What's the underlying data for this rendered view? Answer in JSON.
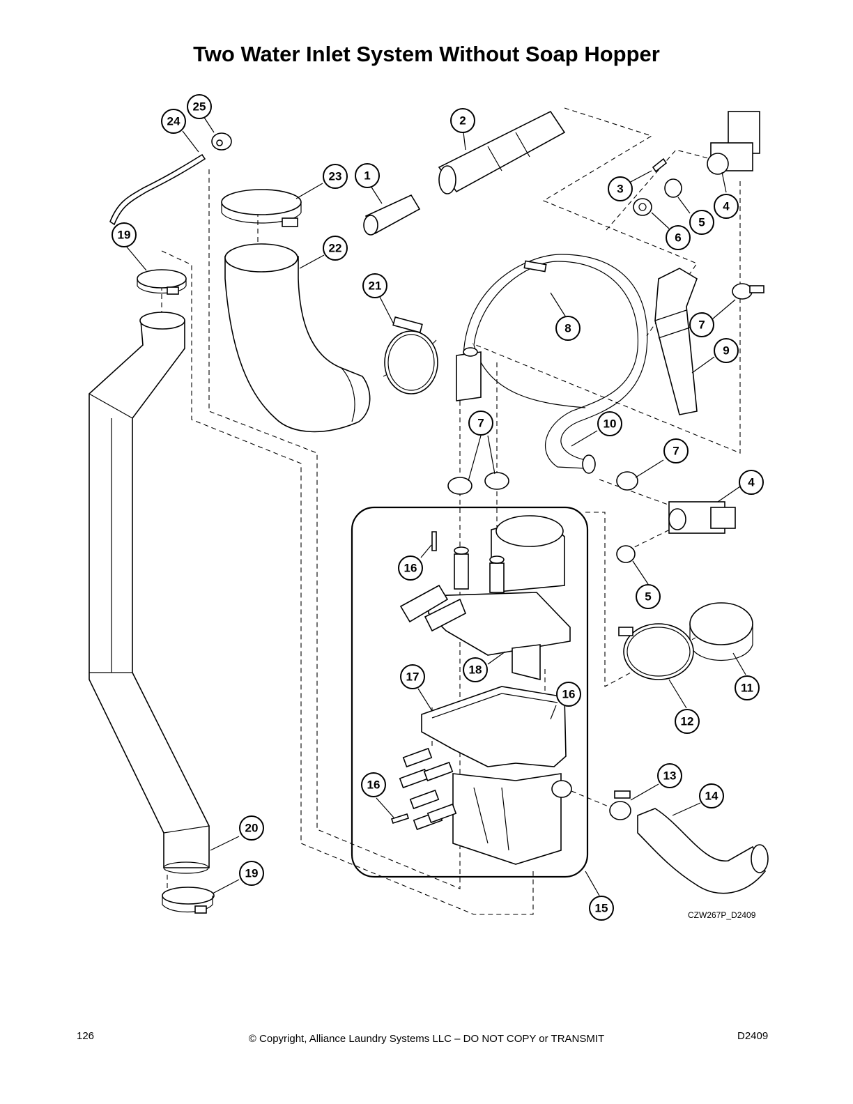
{
  "title": "Two Water Inlet System Without Soap Hopper",
  "drawing_code": "CZW267P_D2409",
  "footer": {
    "page_number": "126",
    "copyright": "© Copyright, Alliance Laundry Systems LLC – DO NOT COPY or TRANSMIT",
    "document_code": "D2409"
  },
  "callouts": [
    "1",
    "2",
    "3",
    "4",
    "5",
    "6",
    "7",
    "8",
    "9",
    "10",
    "11",
    "12",
    "13",
    "14",
    "15",
    "16",
    "17",
    "18",
    "19",
    "20",
    "21",
    "22",
    "23",
    "24",
    "25"
  ]
}
